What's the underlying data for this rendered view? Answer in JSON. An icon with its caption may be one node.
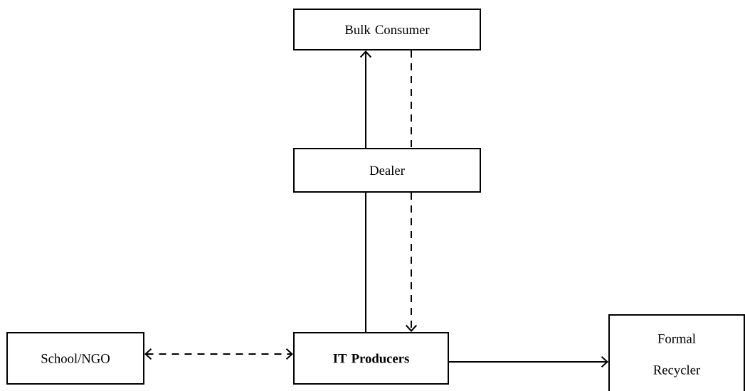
{
  "diagram": {
    "nodes": [
      {
        "text": [
          "Bulk Consumer"
        ]
      },
      {
        "text": [
          "Dealer"
        ]
      },
      {
        "text": [
          "School/NGO"
        ]
      },
      {
        "text": [
          "IT Producers"
        ]
      },
      {
        "text": [
          "Formal Recycler"
        ]
      }
    ],
    "edges": [
      {
        "from": 1,
        "to": 0,
        "arrow": "to"
      },
      {
        "from": 0,
        "to": 1,
        "arrow": "none",
        "style": "dashed"
      },
      {
        "from": 1,
        "to": 3,
        "arrow": "to",
        "style": "dashed"
      },
      {
        "from": 1,
        "to": 3,
        "arrow": "none"
      },
      {
        "from": 2,
        "to": 3,
        "arrow": "both",
        "style": "dashed"
      },
      {
        "from": 3,
        "to": 4,
        "arrow": "to"
      }
    ]
  }
}
